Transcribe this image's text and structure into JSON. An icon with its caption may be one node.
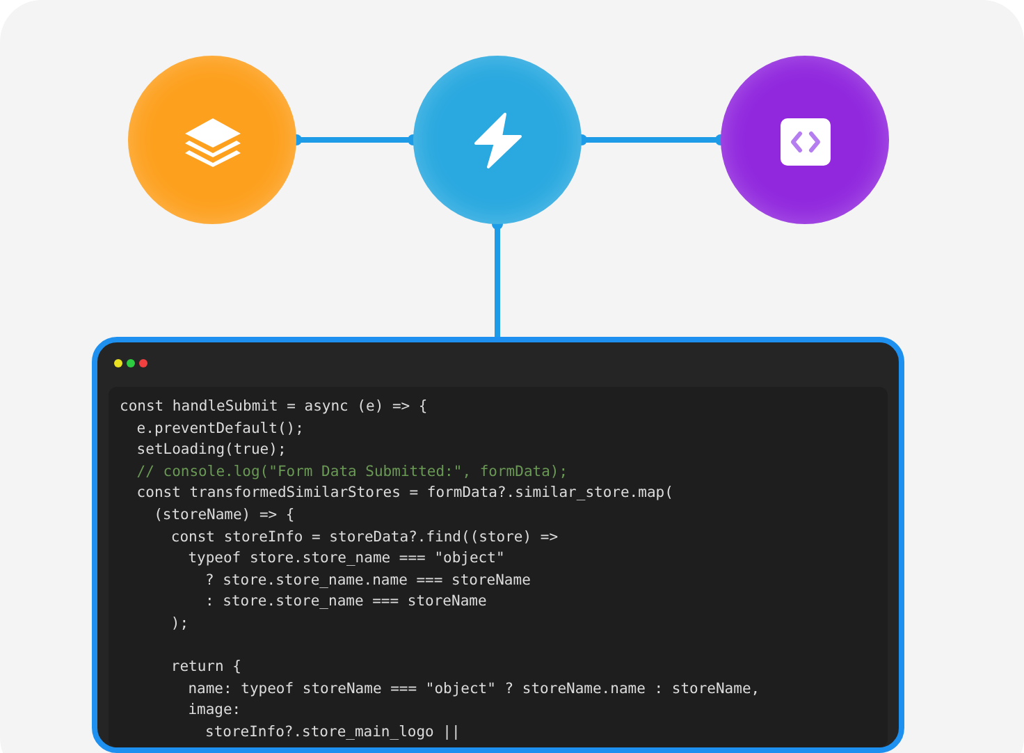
{
  "diagram": {
    "nodes": [
      {
        "text": [],
        "shape": "circle"
      },
      {
        "text": [],
        "shape": "circle"
      },
      {
        "text": [],
        "shape": "circle"
      },
      {
        "text": [
          "const handleSubmit = async (e) => {",
          "e.preventDefault();",
          "setLoading(true);",
          "// console.log(\"Form Data Submitted:\", formData);",
          "const transformedSimilarStores = formData?.similar_store.map(",
          "(storeName) => {",
          "const storeInfo = storeData?.find((store) =>",
          "typeof store.store_name === \"object\"",
          "? store.store_name.name === storeName",
          ": store.store_name === storeName",
          ");",
          "return {",
          "name: typeof storeName === \"object\" ? storeName.name : storeName,",
          "image:",
          "storeInfo?.store_main_logo ||"
        ]
      }
    ],
    "edges": [
      {
        "from": 0,
        "to": 1,
        "arrow": "other"
      },
      {
        "from": 1,
        "to": 2,
        "arrow": "other"
      },
      {
        "from": 1,
        "to": 3,
        "arrow": "other"
      }
    ]
  }
}
